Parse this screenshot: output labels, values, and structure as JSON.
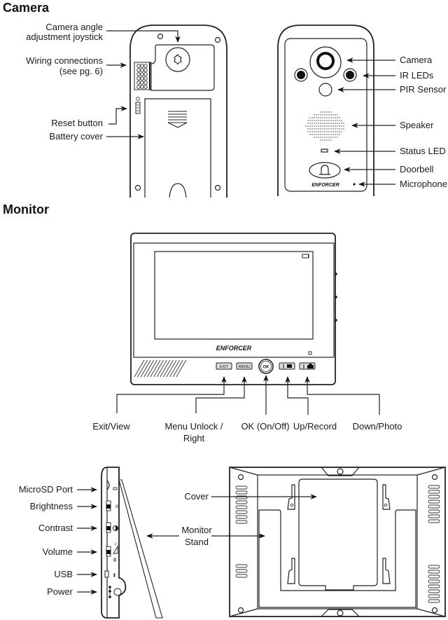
{
  "sections": {
    "camera_title": "Camera",
    "monitor_title": "Monitor"
  },
  "camera_back": {
    "labels": {
      "joystick_1": "Camera angle",
      "joystick_2": "adjustment joystick",
      "wiring_1": "Wiring connections",
      "wiring_2": "(see pg. 6)",
      "reset": "Reset button",
      "battery": "Battery cover"
    }
  },
  "camera_front": {
    "brand": "ENFORCER",
    "labels": {
      "camera": "Camera",
      "ir_leds": "IR LEDs",
      "pir": "PIR Sensor",
      "speaker": "Speaker",
      "status_led": "Status LED",
      "doorbell": "Doorbell",
      "microphone": "Microphone"
    }
  },
  "monitor_front": {
    "brand": "ENFORCER",
    "buttons": {
      "exit": "EXIT",
      "menu": "MENU",
      "ok": "OK"
    },
    "labels": {
      "exit_view": "Exit/View",
      "menu_1": "Menu Unlock /",
      "menu_2": "Right",
      "ok": "OK (On/Off)",
      "up": "Up/Record",
      "down": "Down/Photo"
    }
  },
  "monitor_side": {
    "labels": {
      "microsd": "MicroSD Port",
      "brightness": "Brightness",
      "contrast": "Contrast",
      "volume": "Volume",
      "usb": "USB",
      "power": "Power"
    }
  },
  "monitor_back": {
    "labels": {
      "cover": "Cover",
      "stand_1": "Monitor",
      "stand_2": "Stand"
    }
  }
}
